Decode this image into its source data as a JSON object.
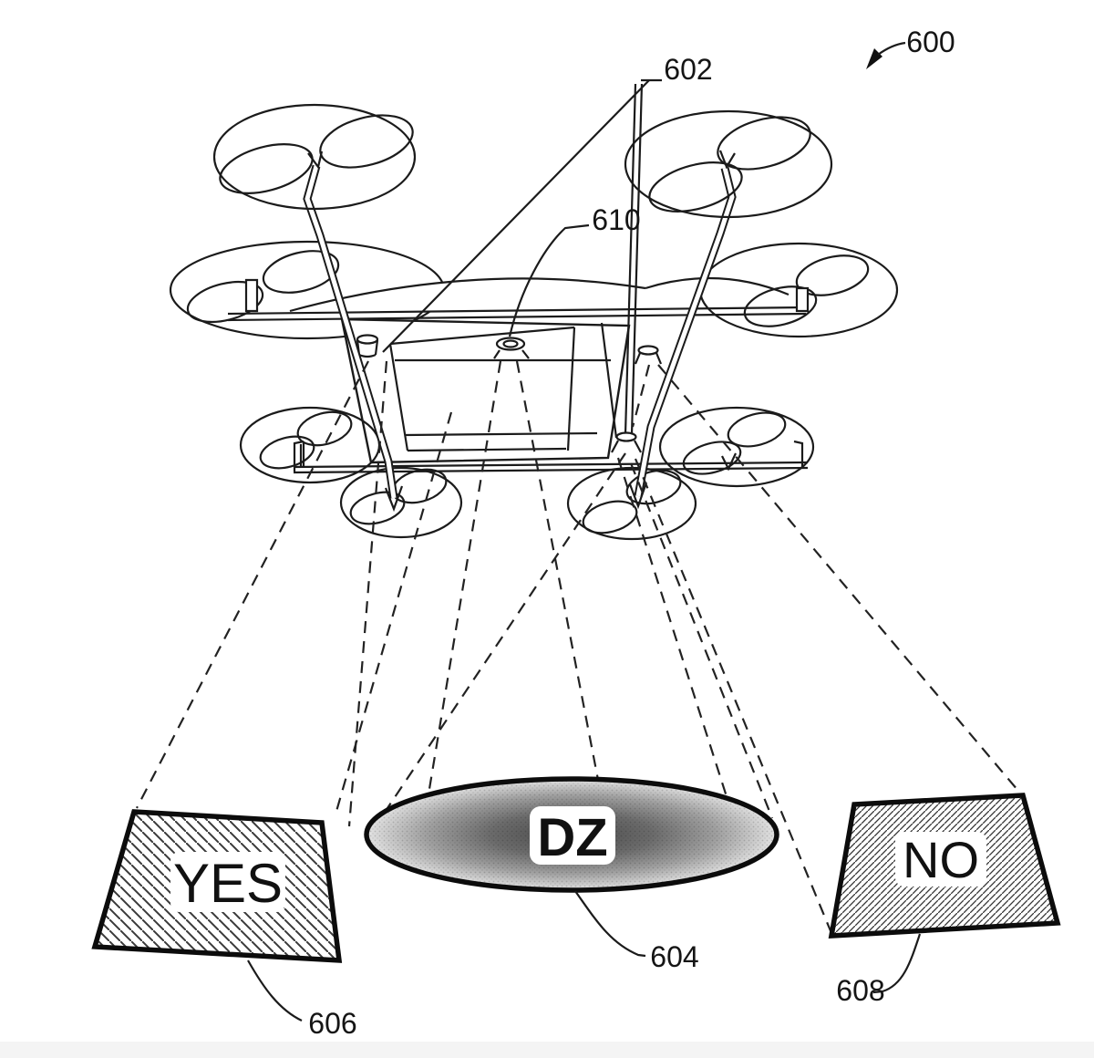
{
  "figure": {
    "type": "patent-drawing",
    "background": "#ffffff",
    "ink_color": "#1b1b1b",
    "page_strip_color": "#f4f4f4",
    "reference_labels": {
      "system": "600",
      "sensor_masts": "602",
      "dz_marker": "604",
      "yes_marker": "606",
      "no_marker": "608",
      "camera": "610"
    },
    "ground_markers": {
      "yes": {
        "text": "YES",
        "fill": "hatched-backslash"
      },
      "dz": {
        "text": "DZ",
        "fill": "halftone-gradient"
      },
      "no": {
        "text": "NO",
        "fill": "hatched-slash"
      }
    }
  }
}
